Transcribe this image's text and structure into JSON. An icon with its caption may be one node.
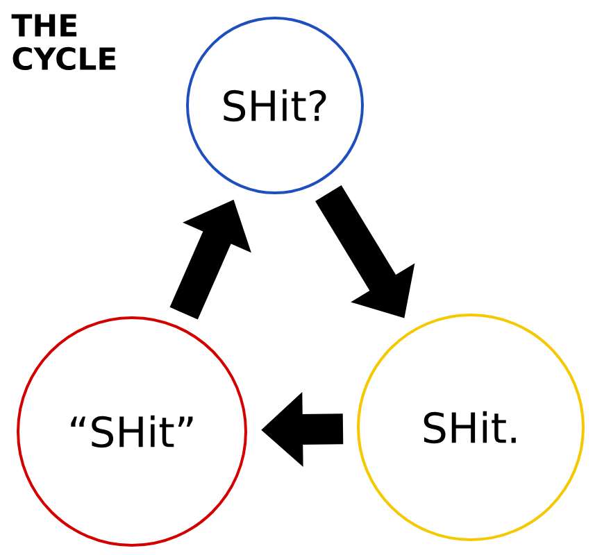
{
  "diagram": {
    "title": "THE CYCLE",
    "nodes": [
      {
        "text": [
          "SHit?"
        ]
      },
      {
        "text": [
          "“SHit”"
        ]
      },
      {
        "text": [
          "SHit."
        ]
      }
    ],
    "edges": [
      {
        "from": 0,
        "to": 2,
        "arrow": "to"
      },
      {
        "from": 2,
        "to": 1,
        "arrow": "to"
      },
      {
        "from": 1,
        "to": 0,
        "arrow": "to"
      }
    ]
  }
}
